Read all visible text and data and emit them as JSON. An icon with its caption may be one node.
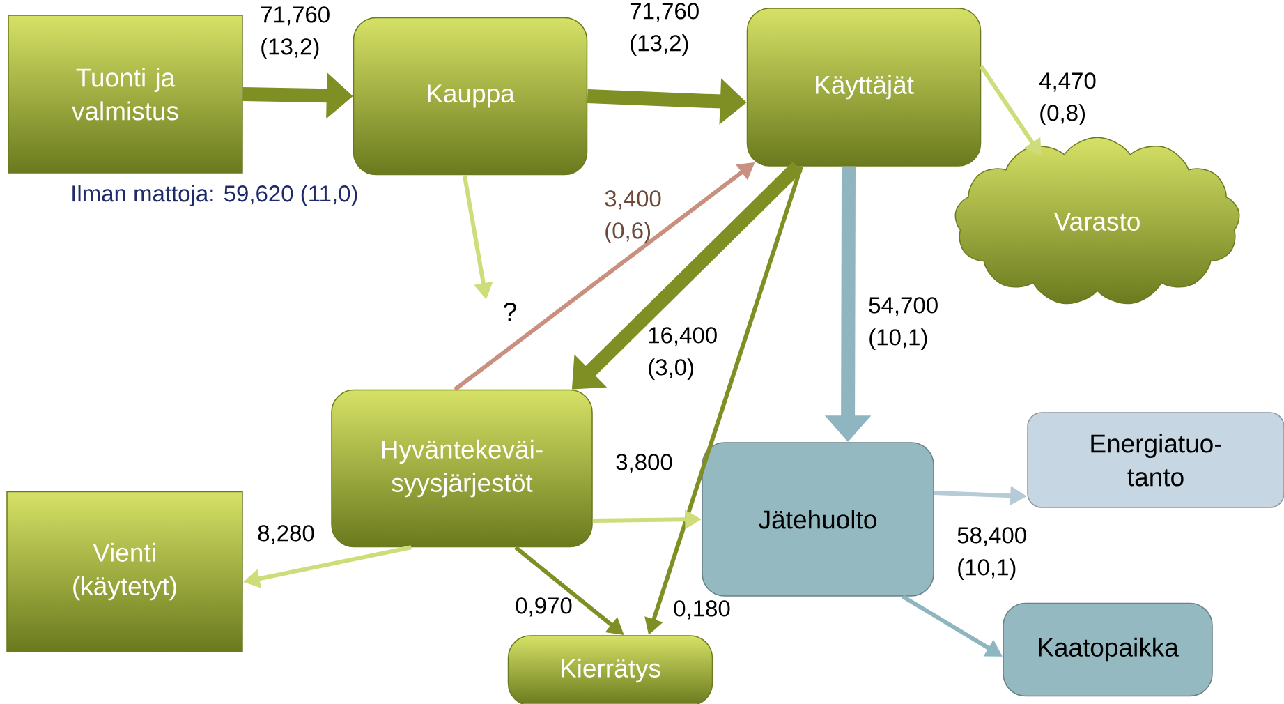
{
  "diagram": {
    "nodes": [
      {
        "text": [
          "Tuonti ja valmistus"
        ]
      },
      {
        "text": [
          "Kauppa"
        ]
      },
      {
        "text": [
          "Käyttäjät"
        ]
      },
      {
        "text": [
          "Varasto"
        ]
      },
      {
        "text": [
          "?"
        ]
      },
      {
        "text": [
          "Hyväntekeväi- syysjärjestöt"
        ]
      },
      {
        "text": [
          "Vienti (käytetyt)"
        ]
      },
      {
        "text": [
          "Jätehuolto"
        ]
      },
      {
        "text": [
          "Energiatuo- tanto"
        ]
      },
      {
        "text": [
          "Kierrätys"
        ]
      },
      {
        "text": [
          "Kaatopaikka"
        ]
      }
    ],
    "edges": [
      {
        "from": 0,
        "to": 1,
        "arrow": "to",
        "label": "71,760 (13,2)",
        "style": "thick"
      },
      {
        "from": 1,
        "to": 2,
        "arrow": "to",
        "label": "71,760 (13,2)",
        "style": "thick"
      },
      {
        "from": 2,
        "to": 3,
        "arrow": "to",
        "label": "4,470 (0,8)",
        "color": "#cfdc7a"
      },
      {
        "from": 1,
        "to": 4,
        "arrow": "to",
        "color": "#cfdc7a"
      },
      {
        "from": 5,
        "to": 2,
        "arrow": "to",
        "label": "3,400 (0,6)",
        "color": "#c99080"
      },
      {
        "from": 2,
        "to": 5,
        "arrow": "to",
        "label": "16,400 (3,0)",
        "style": "thick"
      },
      {
        "from": 2,
        "to": 9,
        "arrow": "to",
        "label": "0,180"
      },
      {
        "from": 2,
        "to": 7,
        "arrow": "to",
        "label": "54,700 (10,1)",
        "style": "thick",
        "color": "#8fb5c0"
      },
      {
        "from": 5,
        "to": 7,
        "arrow": "to",
        "label": "3,800",
        "color": "#cfdc7a"
      },
      {
        "from": 5,
        "to": 6,
        "arrow": "to",
        "label": "8,280",
        "color": "#cfdc7a"
      },
      {
        "from": 5,
        "to": 9,
        "arrow": "to",
        "label": "0,970"
      },
      {
        "from": 7,
        "to": 8,
        "arrow": "to",
        "color": "#b5cbd6"
      },
      {
        "from": 7,
        "to": 10,
        "arrow": "to",
        "label": "58,400 (10,1)",
        "color": "#8fb5c0"
      }
    ],
    "labels": [
      "Ilman mattoja: 59,620 (11,0)"
    ]
  }
}
